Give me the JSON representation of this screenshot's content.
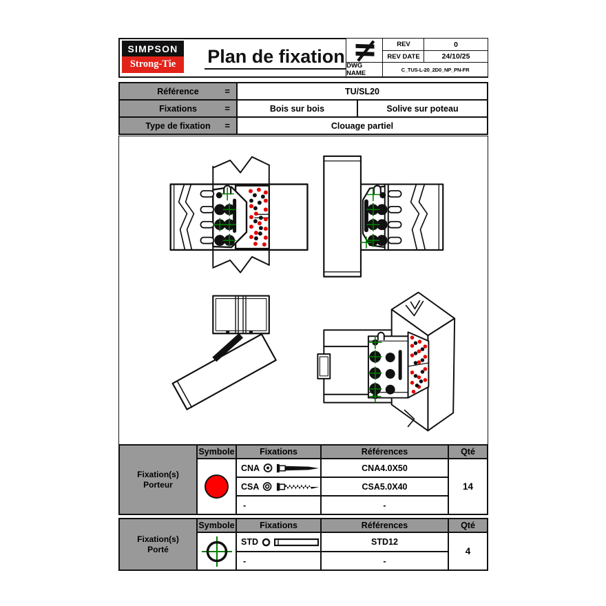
{
  "header": {
    "logo_top": "SIMPSON",
    "logo_bottom": "Strong-Tie",
    "title": "Plan de fixation",
    "projection_symbol_icon": "first-angle-not-equal-symbol",
    "rev_label": "REV",
    "rev_value": "0",
    "rev_date_label": "REV DATE",
    "rev_date_value": "24/10/25",
    "dwg_label": "DWG NAME",
    "dwg_value": "C_TUS-L-20_2D0_NP_PN-FR"
  },
  "reference": {
    "rows": [
      {
        "label": "Référence",
        "eq": "=",
        "value": "TU/SL20"
      },
      {
        "label": "Fixations",
        "eq": "=",
        "value_left": "Bois sur bois",
        "value_right": "Solive sur poteau"
      },
      {
        "label": "Type de fixation",
        "eq": "=",
        "value": "Clouage partiel"
      }
    ]
  },
  "drawings": {
    "views": [
      "side-elevation-left",
      "side-elevation-right",
      "plan-view",
      "isometric-view"
    ],
    "legend": {
      "red_dot_meaning": "porteur-fixation-point",
      "green_cross_meaning": "porte-fixation-point"
    }
  },
  "table_porteur": {
    "group_label_line1": "Fixation(s)",
    "group_label_line2": "Porteur",
    "col_symbole": "Symbole",
    "col_fixations": "Fixations",
    "col_references": "Références",
    "col_qty": "Qté",
    "symbol_icon": "red-filled-circle",
    "rows": [
      {
        "code": "CNA",
        "icon": "ring-head-and-nail-side-view",
        "reference": "CNA4.0X50"
      },
      {
        "code": "CSA",
        "icon": "ring-head-and-screw-side-view",
        "reference": "CSA5.0X40"
      },
      {
        "code": "-",
        "icon": "none",
        "reference": "-"
      }
    ],
    "qty": "14"
  },
  "table_porte": {
    "group_label_line1": "Fixation(s)",
    "group_label_line2": "Porté",
    "col_symbole": "Symbole",
    "col_fixations": "Fixations",
    "col_references": "Références",
    "col_qty": "Qté",
    "symbol_icon": "green-crosshair-circle",
    "rows": [
      {
        "code": "STD",
        "icon": "circle-head-and-dowel-side-view",
        "reference": "STD12"
      },
      {
        "code": "-",
        "icon": "none",
        "reference": "-"
      }
    ],
    "qty": "4"
  },
  "colors": {
    "logo_red": "#e2231a",
    "table_gray": "#999999",
    "porteur_symbol_red": "#ff0000",
    "porte_symbol_green": "#007d00",
    "drawing_red_dot": "#e60000",
    "drawing_green": "#007d00",
    "line_black": "#111111"
  }
}
